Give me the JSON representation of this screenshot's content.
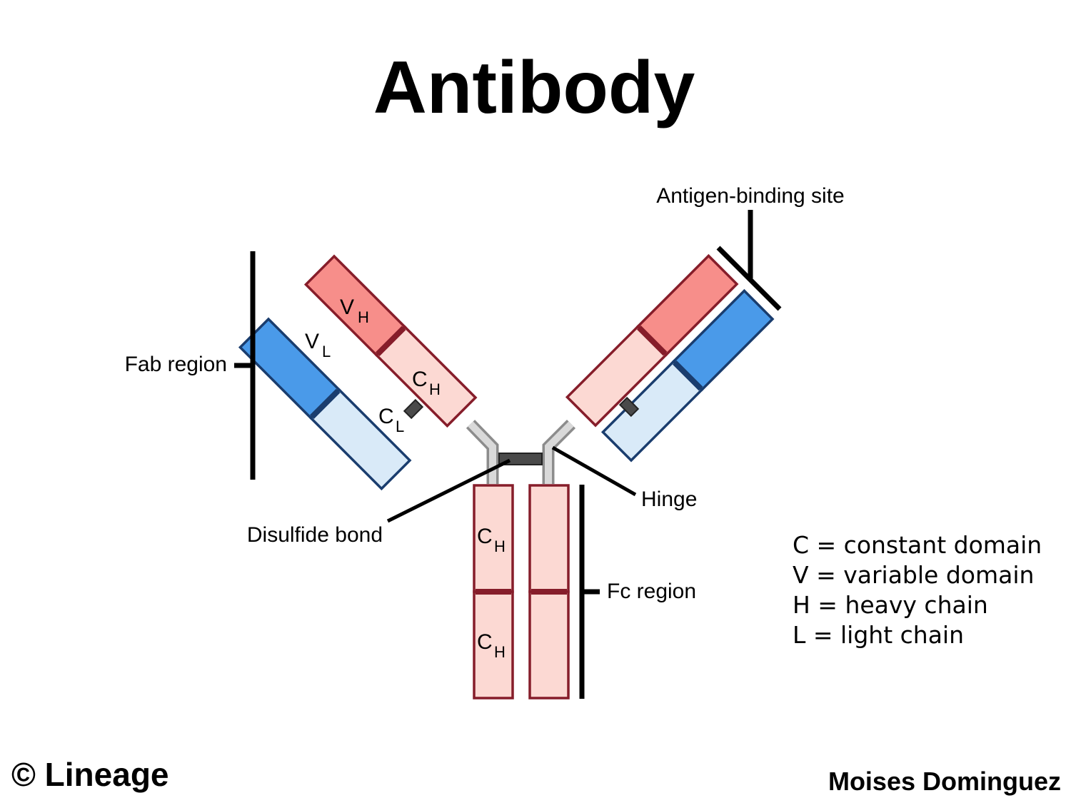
{
  "title": "Antibody",
  "labels": {
    "antigen_binding_site": "Antigen-binding site",
    "fab_region": "Fab region",
    "hinge": "Hinge",
    "disulfide_bond": "Disulfide bond",
    "fc_region": "Fc region"
  },
  "domains": {
    "v_letter": "V",
    "c_letter": "C",
    "heavy_sub": "H",
    "light_sub": "L"
  },
  "legend": [
    "C = constant domain",
    "V = variable domain",
    "H = heavy chain",
    "L = light chain"
  ],
  "credits": {
    "left": "© Lineage",
    "right": "Moises Dominguez"
  },
  "colors": {
    "variable_heavy": "#f78e8a",
    "constant_heavy": "#fcd9d3",
    "variable_light": "#4a9ae9",
    "constant_light": "#d9eaf8",
    "heavy_outline": "#861d2a",
    "light_outline": "#1a3d6e"
  }
}
